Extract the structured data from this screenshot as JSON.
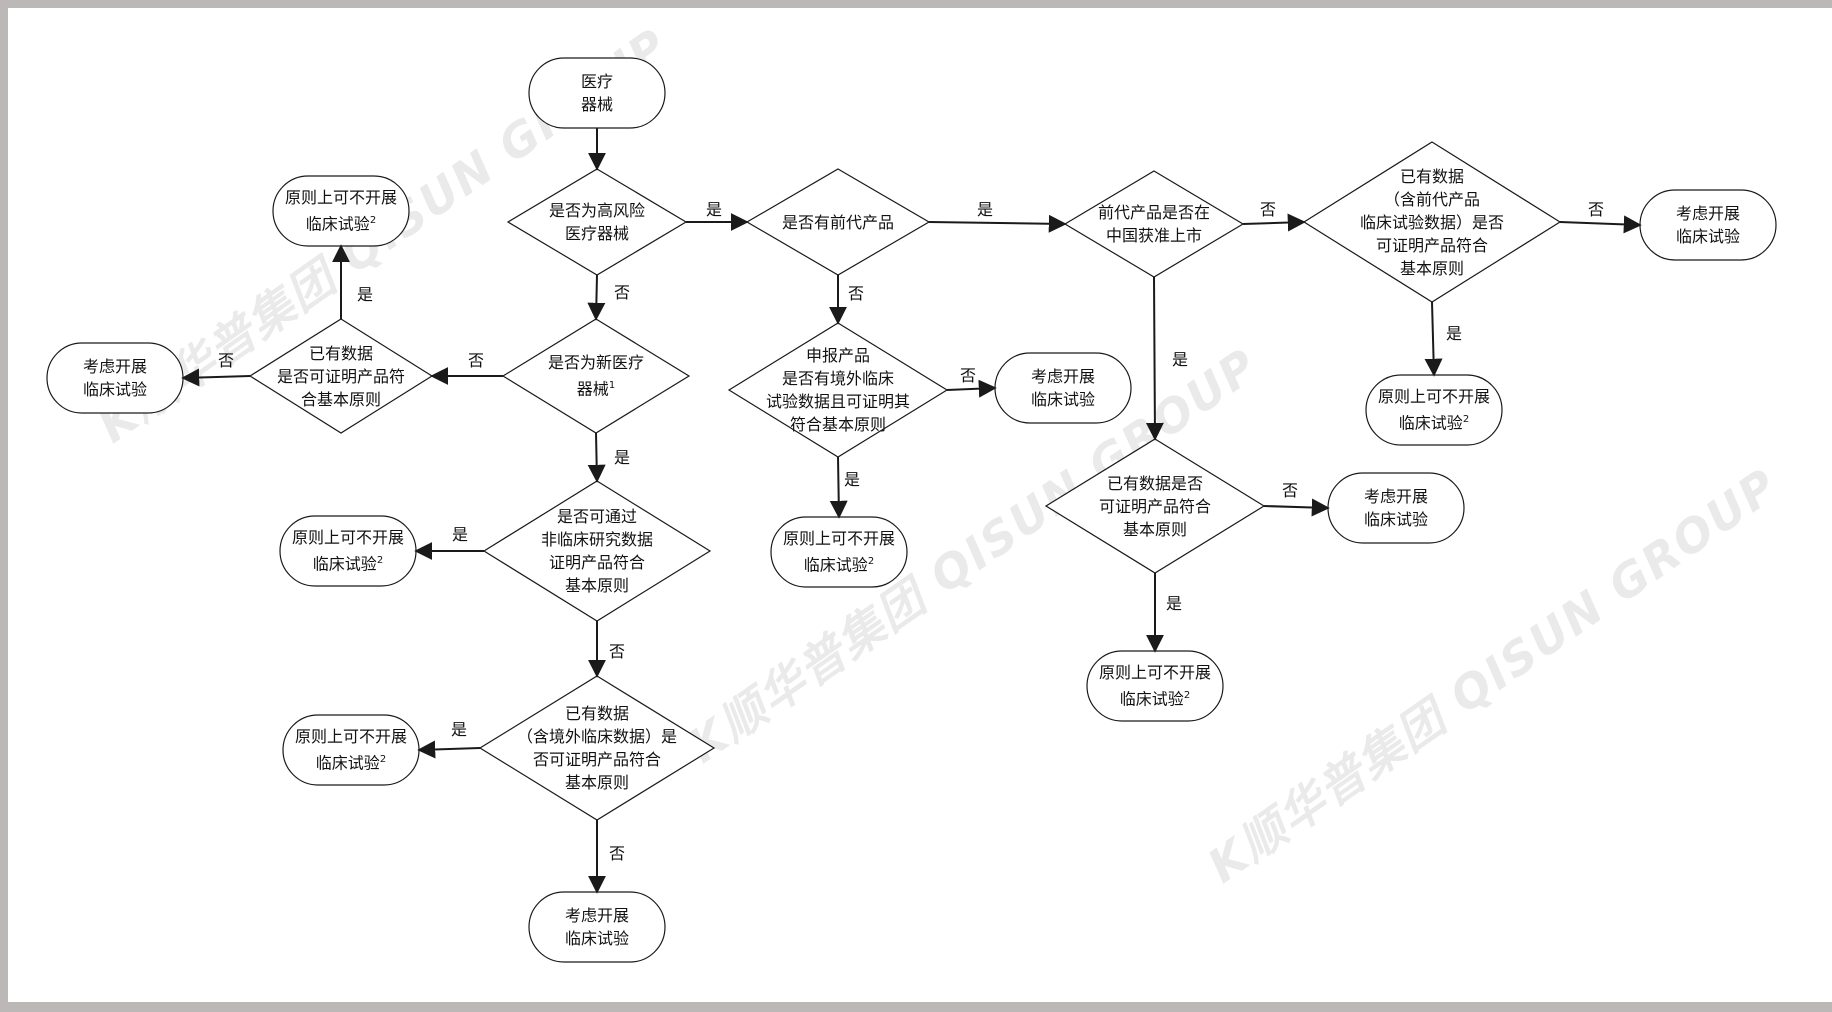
{
  "colors": {
    "line": "#1a1a1a",
    "background": "#ffffff",
    "frame": "#bdb8b8",
    "watermark": "#d9d9d9"
  },
  "watermark": {
    "text": "K顺华普集团 QISUN GROUP"
  },
  "nodes": {
    "start": {
      "text": "医疗\n器械"
    },
    "d1": {
      "text": "是否为高风险\n医疗器械"
    },
    "d2": {
      "text": "是否有前代产品"
    },
    "d3": {
      "text": "前代产品是否在\n中国获准上市"
    },
    "d4": {
      "text": "已有数据\n（含前代产品\n临床试验数据）是否\n可证明产品符合\n基本原则"
    },
    "t4no": {
      "text": "考虑开展\n临床试验"
    },
    "t4yes": {
      "text": "原则上可不开展\n临床试验",
      "sup": "2"
    },
    "d5": {
      "text": "已有数据是否\n可证明产品符合\n基本原则"
    },
    "t5no": {
      "text": "考虑开展\n临床试验"
    },
    "t5yes": {
      "text": "原则上可不开展\n临床试验",
      "sup": "2"
    },
    "d6": {
      "text": "申报产品\n是否有境外临床\n试验数据且可证明其\n符合基本原则"
    },
    "t6no": {
      "text": "考虑开展\n临床试验"
    },
    "t6yes": {
      "text": "原则上可不开展\n临床试验",
      "sup": "2"
    },
    "d7": {
      "text": "是否为新医疗\n器械",
      "sup": "1"
    },
    "d8": {
      "text": "已有数据\n是否可证明产品符\n合基本原则"
    },
    "t8yes": {
      "text": "原则上可不开展\n临床试验",
      "sup": "2"
    },
    "t8no": {
      "text": "考虑开展\n临床试验"
    },
    "d9": {
      "text": "是否可通过\n非临床研究数据\n证明产品符合\n基本原则"
    },
    "t9yes": {
      "text": "原则上可不开展\n临床试验",
      "sup": "2"
    },
    "d10": {
      "text": "已有数据\n（含境外临床数据）是\n否可证明产品符合\n基本原则"
    },
    "t10yes": {
      "text": "原则上可不开展\n临床试验",
      "sup": "2"
    },
    "t10no": {
      "text": "考虑开展\n临床试验"
    }
  },
  "labels": {
    "d1_d2": "是",
    "d2_d3": "是",
    "d3_d4": "否",
    "d4_no": "否",
    "d4_yes": "是",
    "d3_d5": "是",
    "d5_no": "否",
    "d5_yes": "是",
    "d2_d6": "否",
    "d6_no": "否",
    "d6_yes": "是",
    "d1_d7": "否",
    "d7_d8": "否",
    "d8_yes": "是",
    "d8_no": "否",
    "d7_d9": "是",
    "d9_yes": "是",
    "d9_d10": "否",
    "d10_yes": "是",
    "d10_no": "否"
  }
}
